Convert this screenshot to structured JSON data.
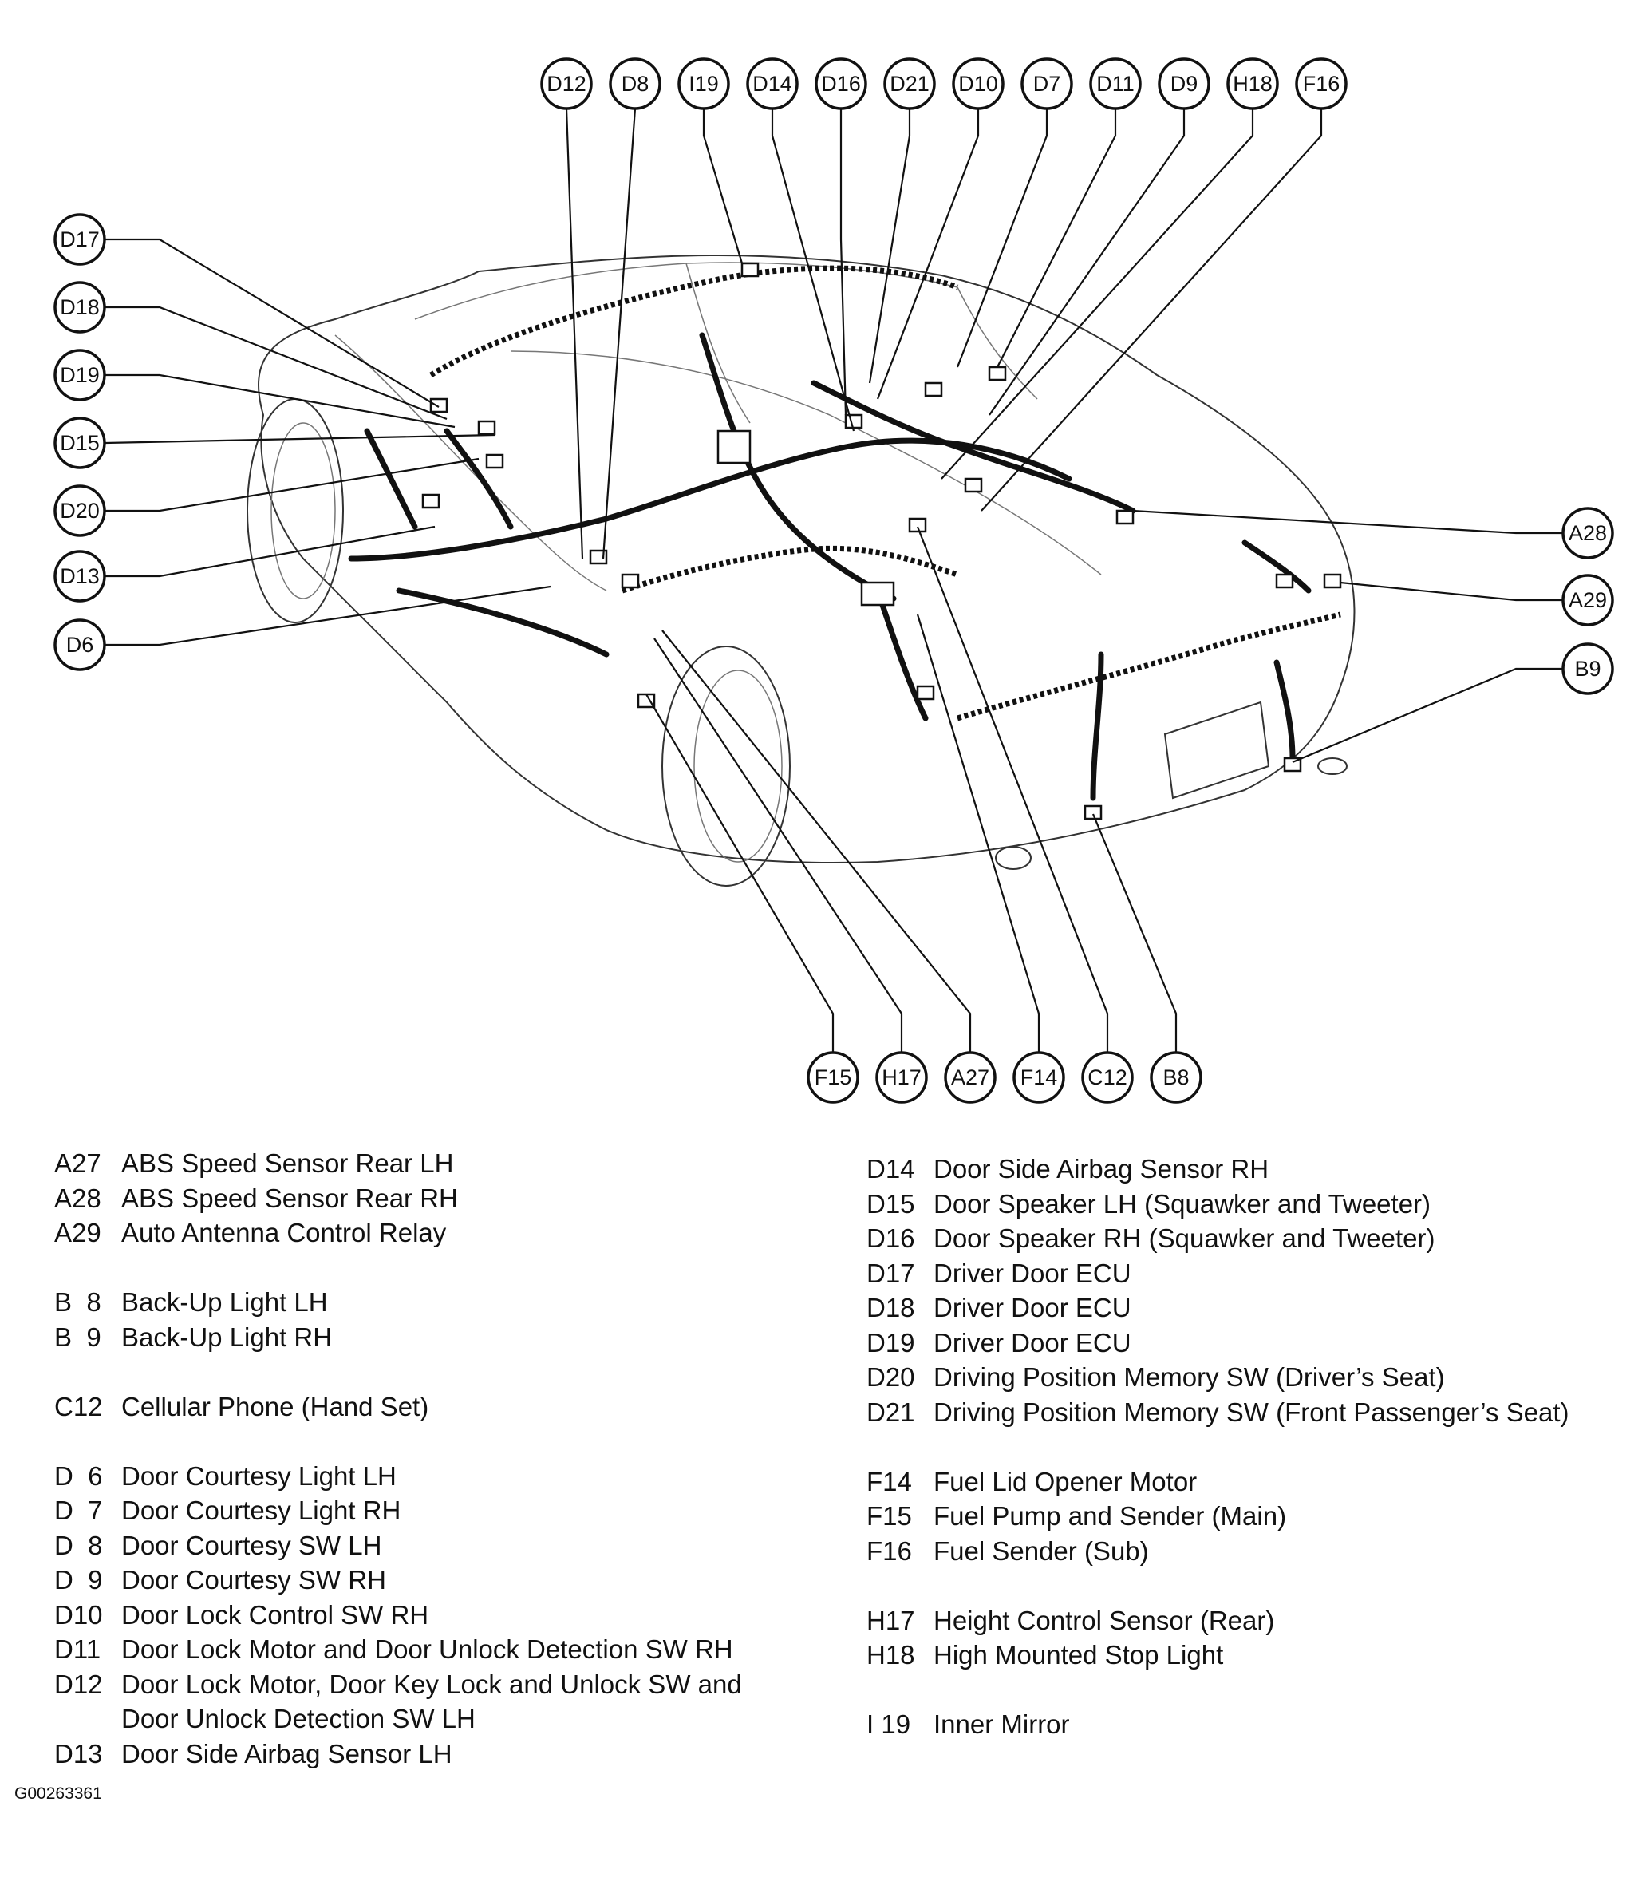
{
  "callouts_top": [
    "D12",
    "D8",
    "I19",
    "D14",
    "D16",
    "D21",
    "D10",
    "D7",
    "D11",
    "D9",
    "H18",
    "F16"
  ],
  "callouts_left": [
    "D17",
    "D18",
    "D19",
    "D15",
    "D20",
    "D13",
    "D6"
  ],
  "callouts_right": [
    "A28",
    "A29",
    "B9"
  ],
  "callouts_bottom": [
    "F15",
    "H17",
    "A27",
    "F14",
    "C12",
    "B8"
  ],
  "legend_left": [
    {
      "code": "A27",
      "label": "ABS Speed Sensor Rear LH"
    },
    {
      "code": "A28",
      "label": "ABS Speed Sensor Rear RH"
    },
    {
      "code": "A29",
      "label": "Auto Antenna Control Relay"
    },
    {
      "gap": true
    },
    {
      "code": "B  8",
      "label": "Back-Up Light LH"
    },
    {
      "code": "B  9",
      "label": "Back-Up Light RH"
    },
    {
      "gap": true
    },
    {
      "code": "C12",
      "label": "Cellular Phone (Hand Set)"
    },
    {
      "gap": true
    },
    {
      "code": "D  6",
      "label": "Door Courtesy Light LH"
    },
    {
      "code": "D  7",
      "label": "Door Courtesy Light RH"
    },
    {
      "code": "D  8",
      "label": "Door Courtesy SW LH"
    },
    {
      "code": "D  9",
      "label": "Door Courtesy SW RH"
    },
    {
      "code": "D10",
      "label": "Door Lock Control SW RH"
    },
    {
      "code": "D11",
      "label": "Door Lock Motor and Door Unlock Detection SW RH"
    },
    {
      "code": "D12",
      "label": "Door Lock Motor, Door Key Lock and Unlock SW and"
    },
    {
      "cont": "Door Unlock Detection SW LH"
    },
    {
      "code": "D13",
      "label": "Door Side Airbag Sensor LH"
    }
  ],
  "legend_right": [
    {
      "code": "D14",
      "label": "Door Side Airbag Sensor RH"
    },
    {
      "code": "D15",
      "label": "Door Speaker LH (Squawker and Tweeter)"
    },
    {
      "code": "D16",
      "label": "Door Speaker RH (Squawker and Tweeter)"
    },
    {
      "code": "D17",
      "label": "Driver Door ECU"
    },
    {
      "code": "D18",
      "label": "Driver Door ECU"
    },
    {
      "code": "D19",
      "label": "Driver Door ECU"
    },
    {
      "code": "D20",
      "label": "Driving Position Memory SW (Driver’s Seat)"
    },
    {
      "code": "D21",
      "label": "Driving Position Memory SW (Front Passenger’s Seat)"
    },
    {
      "gap": true
    },
    {
      "code": "F14",
      "label": "Fuel Lid Opener Motor"
    },
    {
      "code": "F15",
      "label": "Fuel Pump and Sender (Main)"
    },
    {
      "code": "F16",
      "label": "Fuel Sender (Sub)"
    },
    {
      "gap": true
    },
    {
      "code": "H17",
      "label": "Height Control Sensor (Rear)"
    },
    {
      "code": "H18",
      "label": "High Mounted Stop Light"
    },
    {
      "gap": true
    },
    {
      "code": "I 19",
      "label": "Inner Mirror"
    }
  ],
  "figure_id": "G00263361"
}
